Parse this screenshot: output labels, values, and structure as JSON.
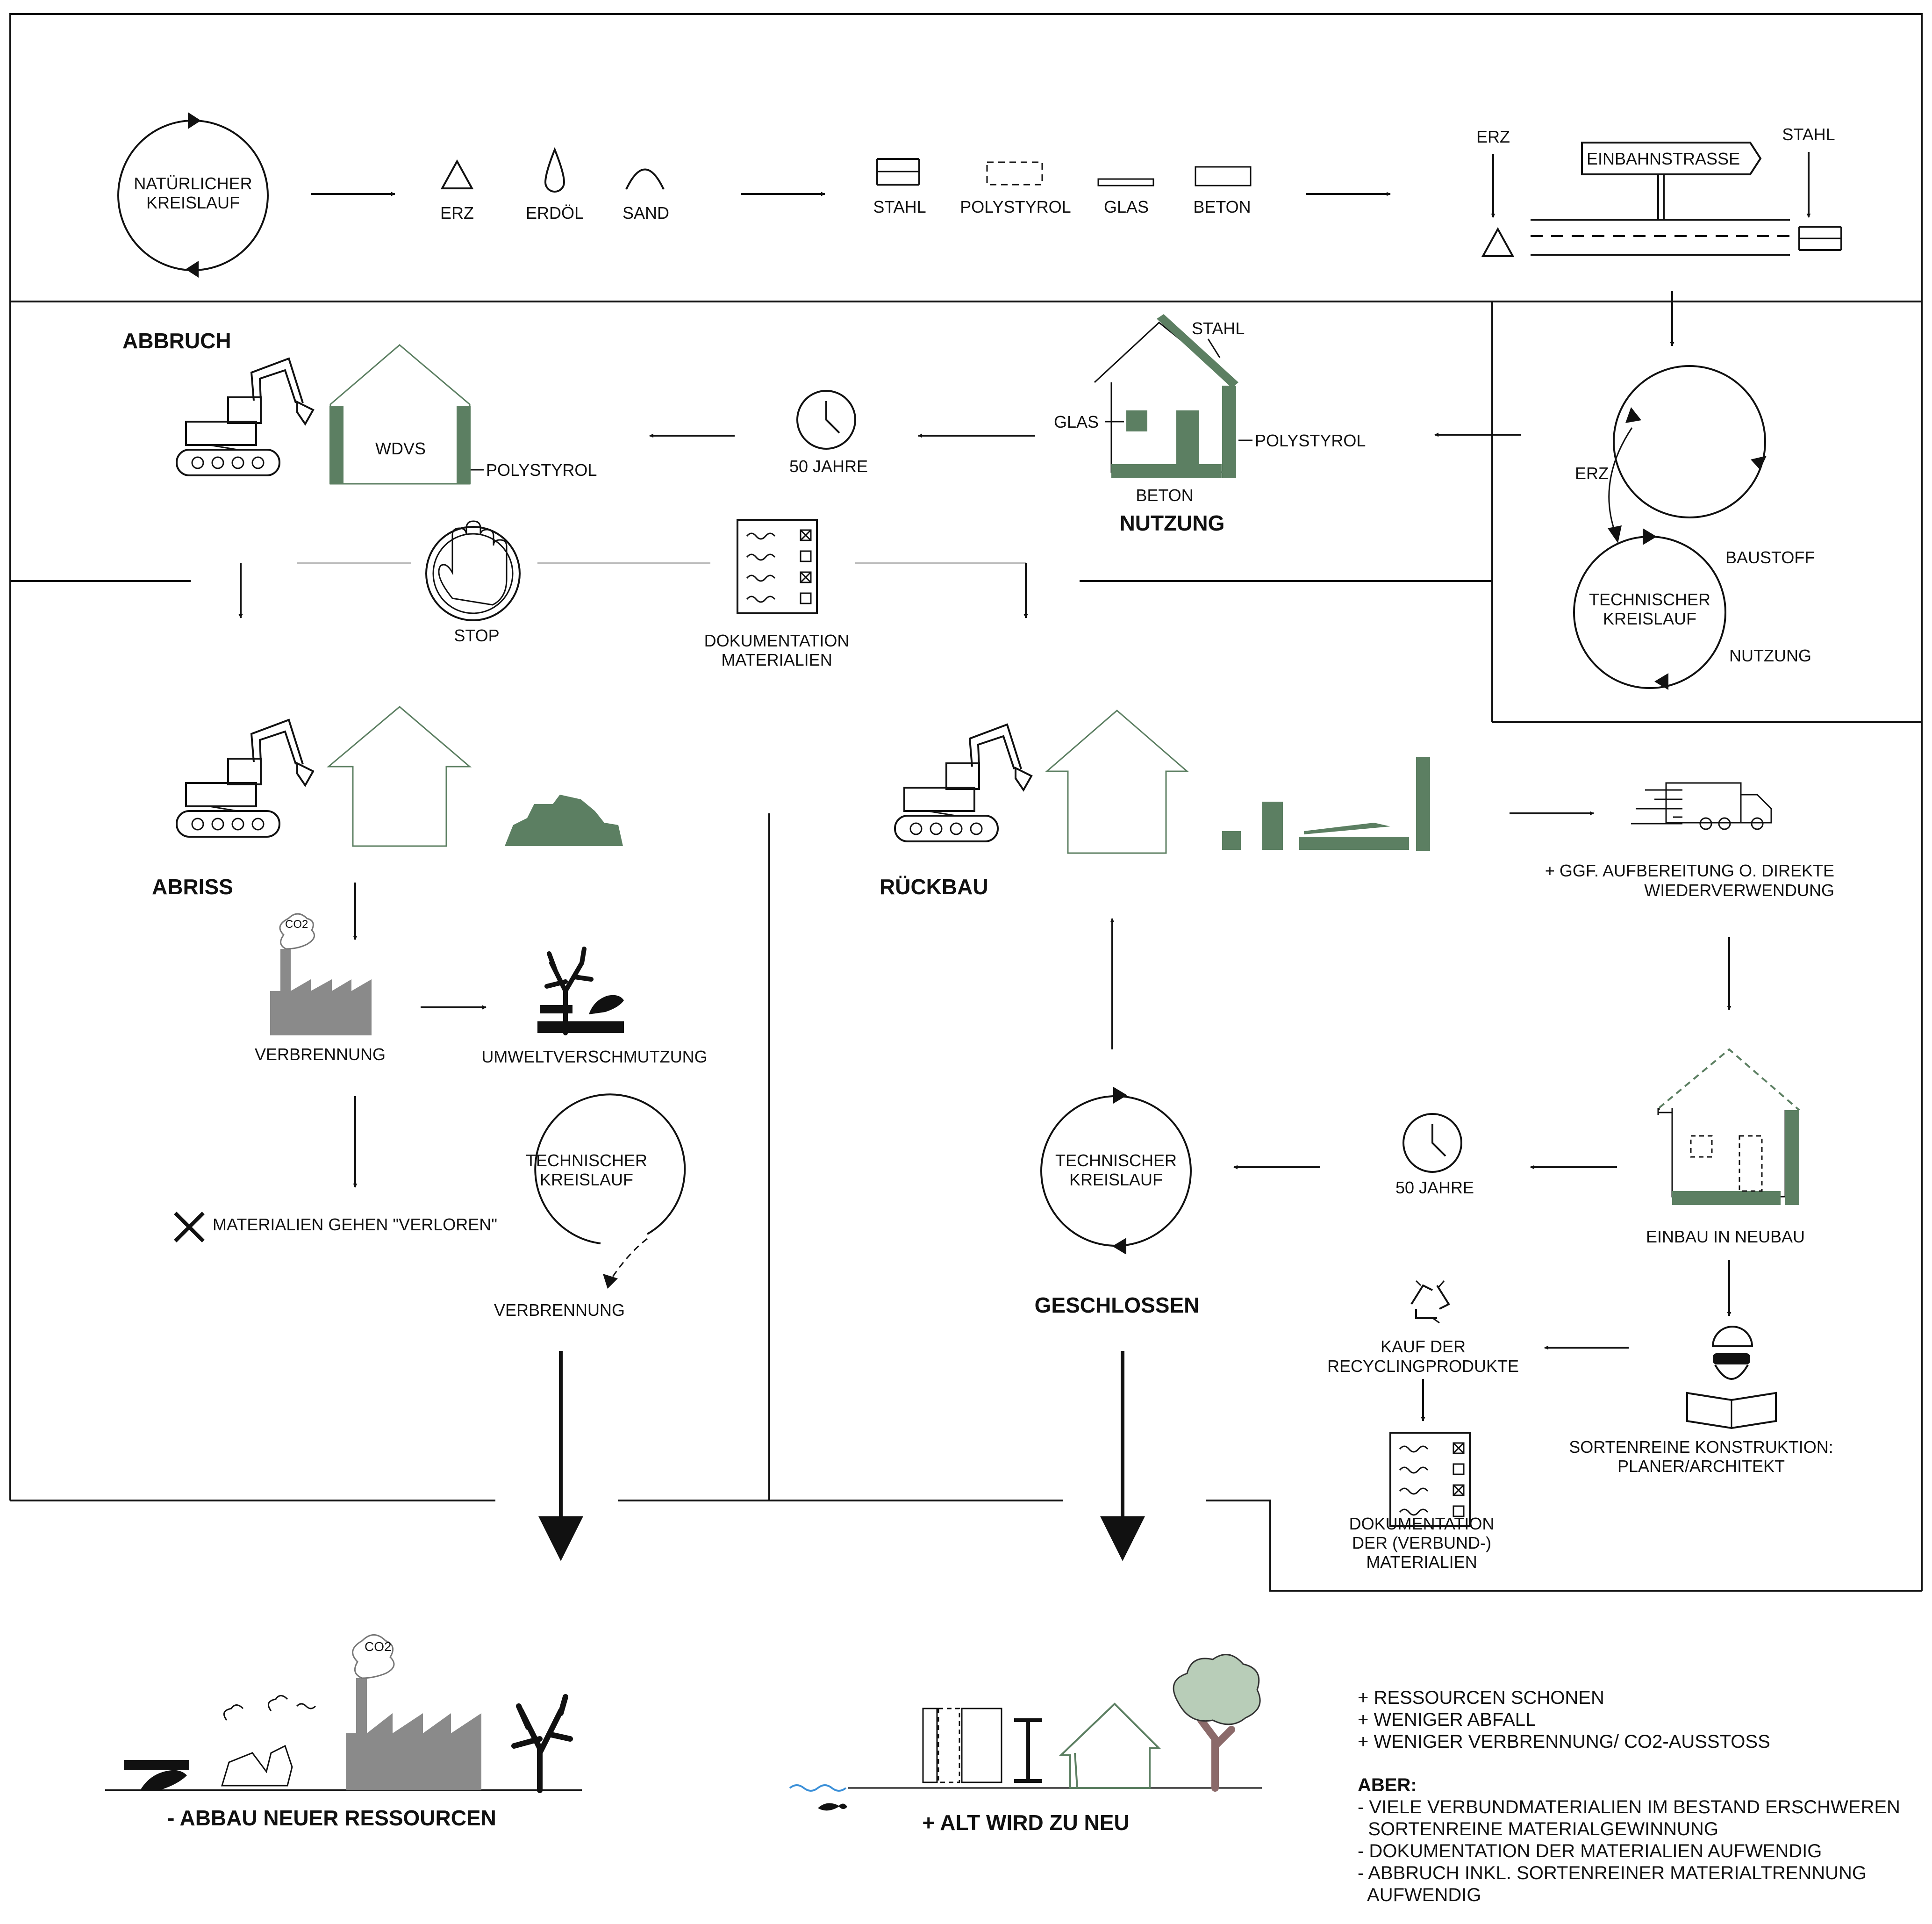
{
  "top": {
    "natural_cycle": "NATÜRLICHER\nKREISLAUF",
    "raw_materials": [
      "ERZ",
      "ERDÖL",
      "SAND"
    ],
    "building_materials": [
      "STAHL",
      "POLYSTYROL",
      "GLAS",
      "BETON"
    ],
    "one_way": {
      "sign": "EINBAHNSTRASSE",
      "left": "ERZ",
      "right": "STAHL"
    }
  },
  "right_cycle": {
    "erz": "ERZ",
    "label": "TECHNISCHER\nKREISLAUF",
    "baustoff": "BAUSTOFF",
    "nutzung": "NUTZUNG"
  },
  "use_phase": {
    "title": "NUTZUNG",
    "labels": {
      "stahl": "STAHL",
      "glas": "GLAS",
      "polystyrol": "POLYSTYROL",
      "beton": "BETON"
    },
    "years": "50 JAHRE"
  },
  "demolition": {
    "title": "ABBRUCH",
    "wdvs": "WDVS",
    "polystyrol": "POLYSTYROL"
  },
  "decision": {
    "stop": "STOP",
    "documentation": "DOKUMENTATION\nMATERIALIEN"
  },
  "linear_path": {
    "title": "ABRISS",
    "co2": "CO2",
    "burning": "VERBRENNUNG",
    "pollution": "UMWELTVERSCHMUTZUNG",
    "lost": "MATERIALIEN GEHEN \"VERLOREN\"",
    "tech_cycle": "TECHNISCHER\nKREISLAUF",
    "burning2": "VERBRENNUNG",
    "result": "- ABBAU NEUER RESSOURCEN",
    "result_co2": "CO2"
  },
  "circular_path": {
    "title": "RÜCKBAU",
    "processing": "+ GGF. AUFBEREITUNG O. DIREKTE\nWIEDERVERWENDUNG",
    "new_build": "EINBAU IN NEUBAU",
    "years": "50 JAHRE",
    "tech_cycle": "TECHNISCHER\nKREISLAUF",
    "closed": "GESCHLOSSEN",
    "recycling": "KAUF DER\nRECYCLINGPRODUKTE",
    "construction": "SORTENREINE KONSTRUKTION:\nPLANER/ARCHITEKT",
    "documentation": "DOKUMENTATION\nDER (VERBUND-)\nMATERIALIEN",
    "result": "+ ALT WIRD ZU NEU"
  },
  "notes": {
    "pros": [
      "+ RESSOURCEN SCHONEN",
      "+ WENIGER ABFALL",
      "+ WENIGER VERBRENNUNG/ CO2-AUSSTOSS"
    ],
    "cons_title": "ABER:",
    "cons": [
      "- VIELE VERBUNDMATERIALIEN IM BESTAND ERSCHWEREN",
      "  SORTENREINE MATERIALGEWINNUNG",
      "- DOKUMENTATION DER MATERIALIEN AUFWENDIG",
      "- ABBRUCH INKL. SORTENREINER MATERIALTRENNUNG",
      "  AUFWENDIG"
    ]
  },
  "colors": {
    "green": "#5c7f62",
    "grey": "#8a8a8a",
    "line": "#111111"
  }
}
